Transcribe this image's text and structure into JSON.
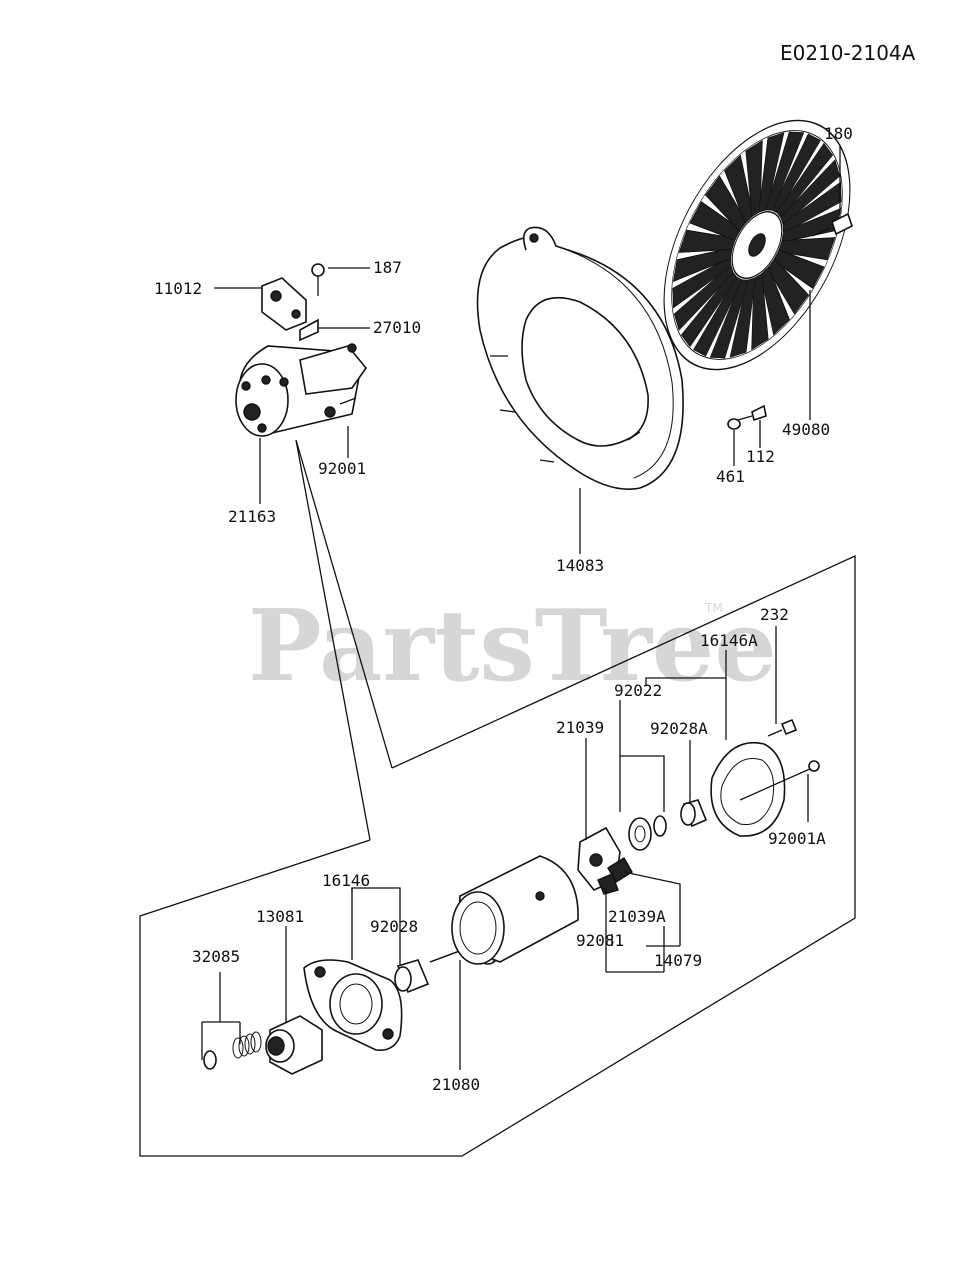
{
  "diagram_code": "E0210-2104A",
  "watermark": {
    "text": "PartsTree",
    "trademark": "TM"
  },
  "colors": {
    "ink": "#111111",
    "watermark": "#d6d6d6",
    "background": "#ffffff"
  },
  "parts": [
    {
      "id": "p180",
      "number": "180"
    },
    {
      "id": "p187",
      "number": "187"
    },
    {
      "id": "p11012",
      "number": "11012"
    },
    {
      "id": "p27010",
      "number": "27010"
    },
    {
      "id": "p92001",
      "number": "92001"
    },
    {
      "id": "p21163",
      "number": "21163"
    },
    {
      "id": "p49080",
      "number": "49080"
    },
    {
      "id": "p112",
      "number": "112"
    },
    {
      "id": "p461",
      "number": "461"
    },
    {
      "id": "p14083",
      "number": "14083"
    },
    {
      "id": "p232",
      "number": "232"
    },
    {
      "id": "p16146A",
      "number": "16146A"
    },
    {
      "id": "p92022",
      "number": "92022"
    },
    {
      "id": "p92028A",
      "number": "92028A"
    },
    {
      "id": "p21039",
      "number": "21039"
    },
    {
      "id": "p92001A",
      "number": "92001A"
    },
    {
      "id": "p16146",
      "number": "16146"
    },
    {
      "id": "p13081",
      "number": "13081"
    },
    {
      "id": "p92028",
      "number": "92028"
    },
    {
      "id": "p21039A",
      "number": "21039A"
    },
    {
      "id": "p92081",
      "number": "92081"
    },
    {
      "id": "p14079",
      "number": "14079"
    },
    {
      "id": "p32085",
      "number": "32085"
    },
    {
      "id": "p21080",
      "number": "21080"
    }
  ]
}
